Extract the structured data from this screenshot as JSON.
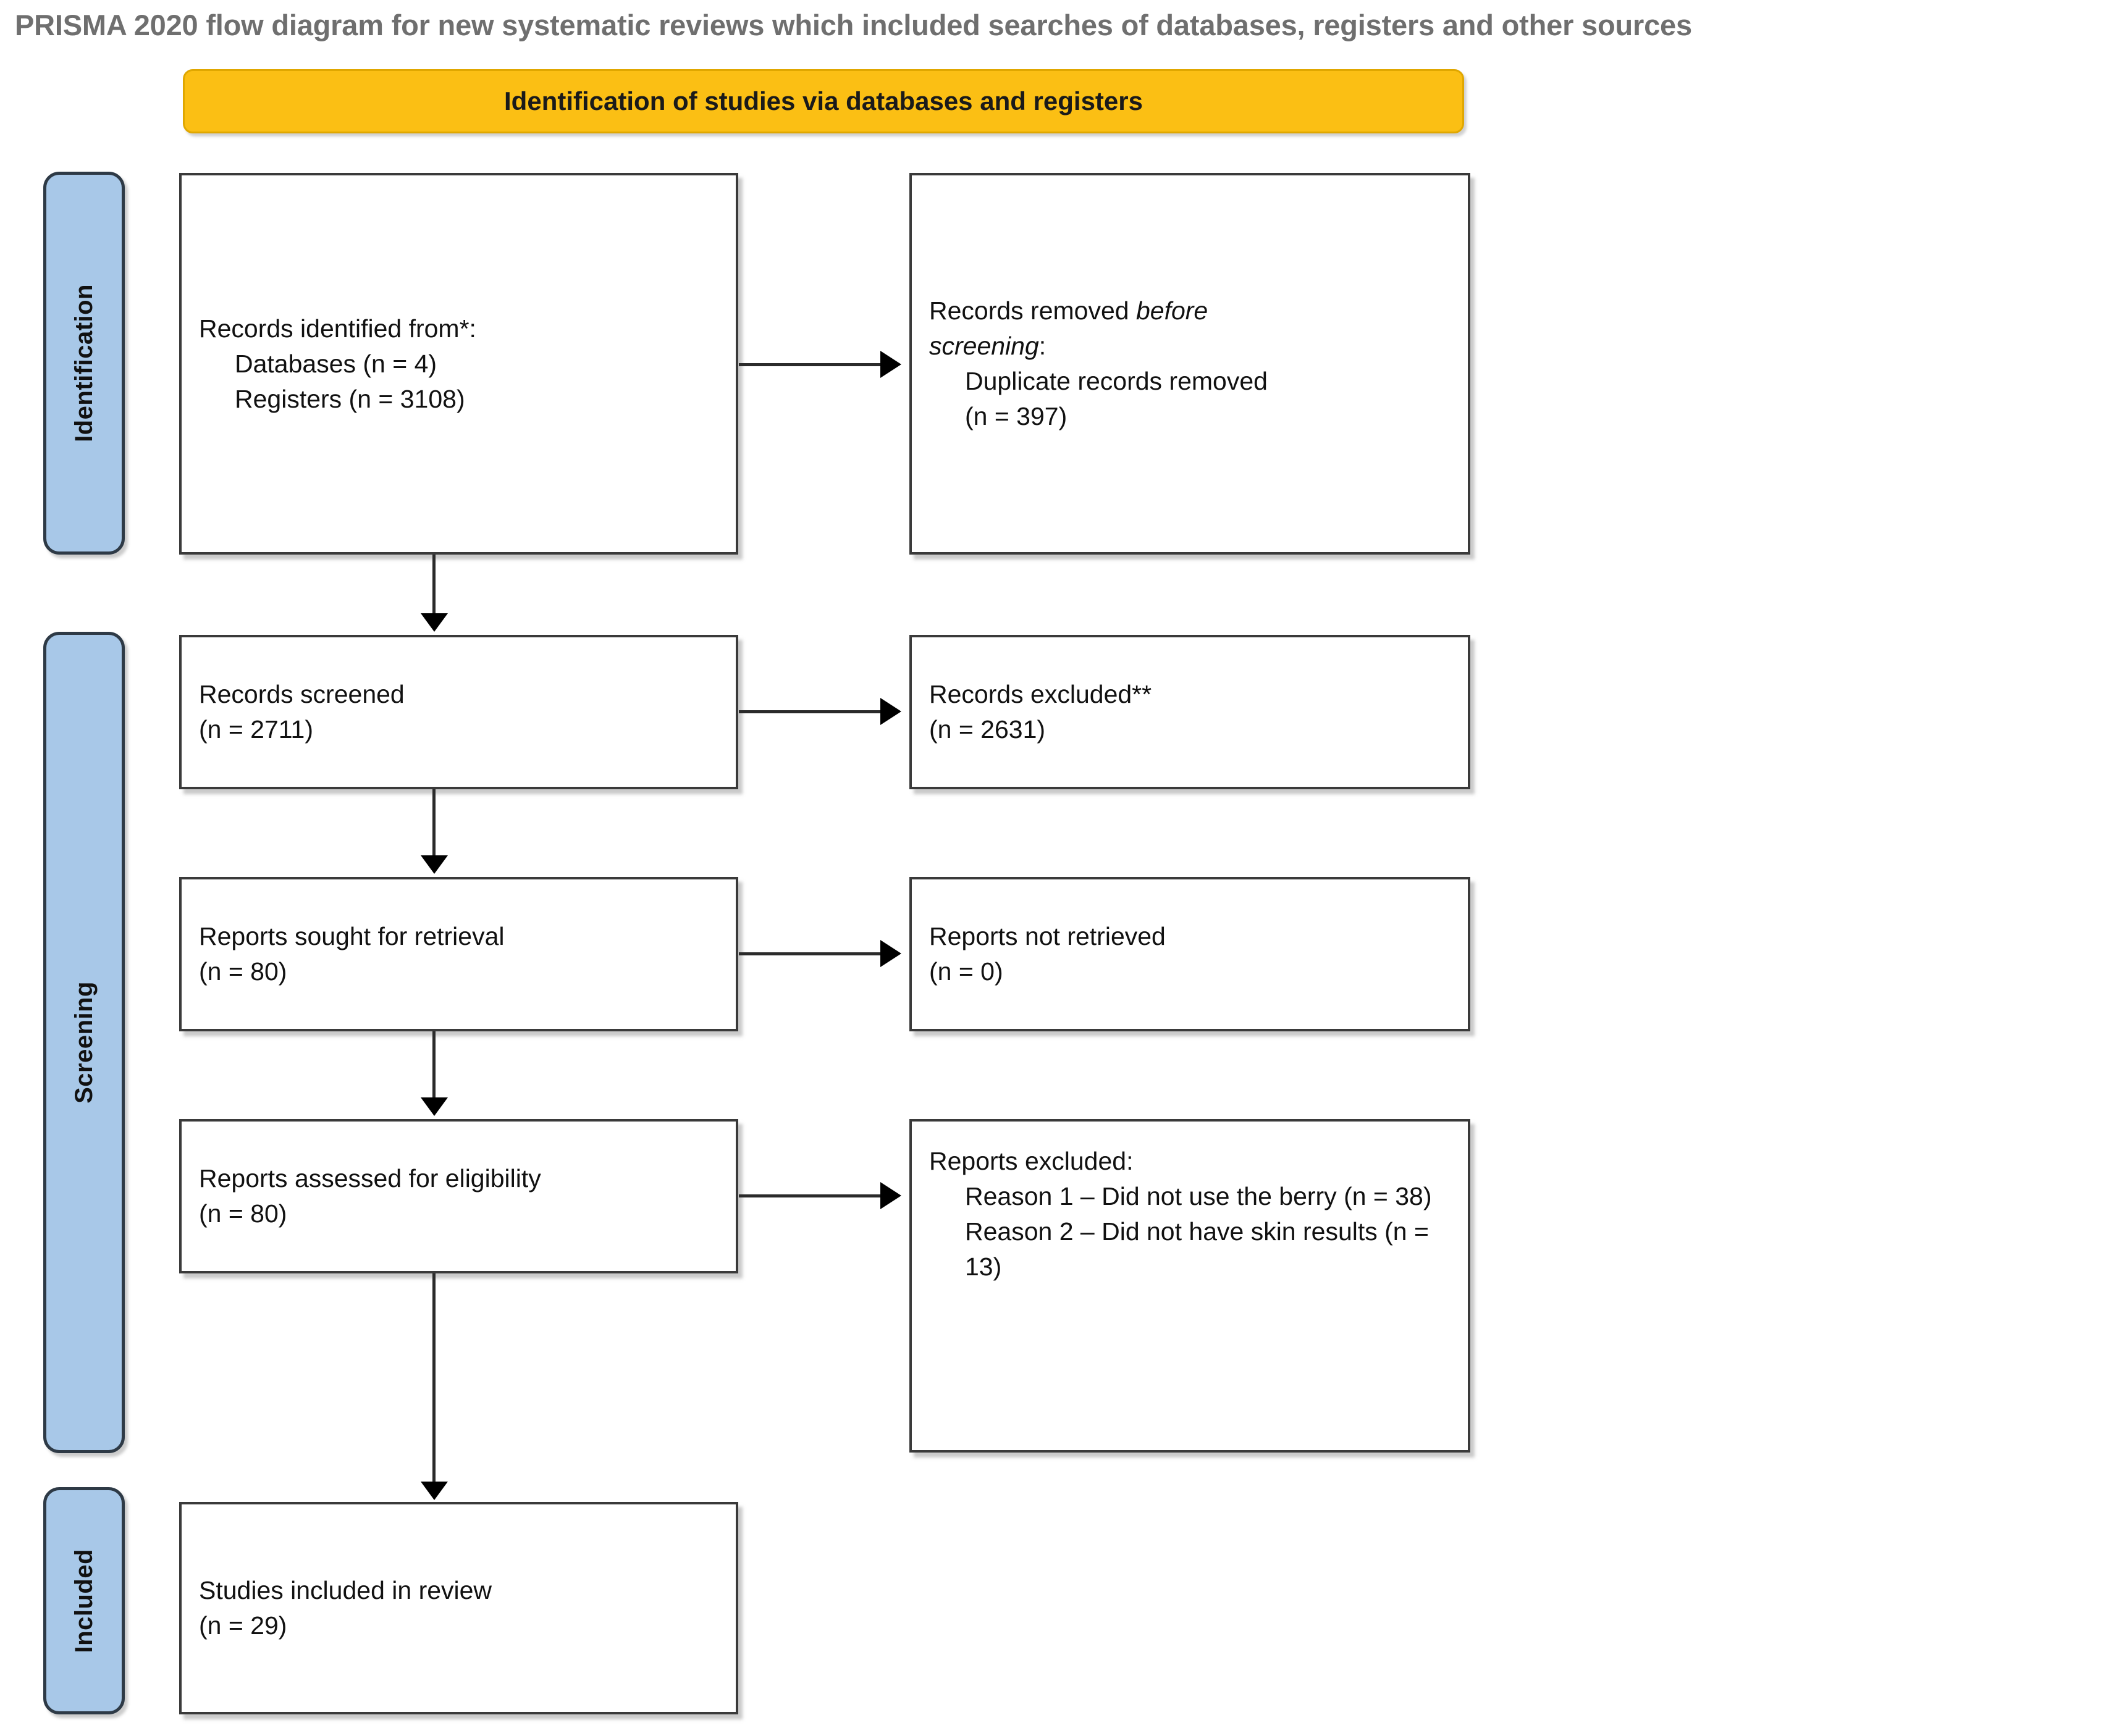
{
  "title": "PRISMA 2020 flow diagram for new systematic reviews which included searches of databases, registers and other sources",
  "colors": {
    "header_fill": "#fbbf14",
    "header_border": "#e0a700",
    "stage_fill": "#a8c8e8",
    "stage_border": "#2e3a46",
    "box_border": "#3a3a3a",
    "title_text": "#6f6f6f",
    "body_text": "#111111"
  },
  "section_header": {
    "label": "Identification of studies via databases and registers"
  },
  "stages": [
    {
      "id": "identification",
      "label": "Identification"
    },
    {
      "id": "screening",
      "label": "Screening"
    },
    {
      "id": "included",
      "label": "Included"
    }
  ],
  "boxes": {
    "identified": {
      "name": "records-identified",
      "line1": "Records identified from*:",
      "line2": "Databases (n = 4)",
      "line3": "Registers (n = 3108)"
    },
    "removed": {
      "name": "records-removed-before-screening",
      "line1_a": "Records removed ",
      "line1_b": "before",
      "line2_a": "screening",
      "line2_b": ":",
      "line3": "Duplicate records removed",
      "line4": "(n = 397)"
    },
    "screened": {
      "name": "records-screened",
      "line1": "Records screened",
      "line2": "(n = 2711)"
    },
    "excluded": {
      "name": "records-excluded",
      "line1": "Records excluded**",
      "line2": "(n = 2631)"
    },
    "sought": {
      "name": "reports-sought-for-retrieval",
      "line1": "Reports sought for retrieval",
      "line2": "(n = 80)"
    },
    "not_retrieved": {
      "name": "reports-not-retrieved",
      "line1": "Reports not retrieved",
      "line2": "(n = 0)"
    },
    "assessed": {
      "name": "reports-assessed-for-eligibility",
      "line1": "Reports assessed for eligibility",
      "line2": "(n = 80)"
    },
    "reports_excluded": {
      "name": "reports-excluded",
      "line1": "Reports excluded:",
      "line2": "Reason 1 – Did not use the berry (n = 38)",
      "line3": "Reason 2 – Did not have skin results (n = 13)"
    },
    "studies_included": {
      "name": "studies-included-in-review",
      "line1": "Studies included in review",
      "line2": "(n = 29)"
    }
  },
  "chart_data": {
    "type": "diagram",
    "title": "PRISMA 2020 flow diagram for new systematic reviews which included searches of databases, registers and other sources",
    "stages": [
      "Identification",
      "Screening",
      "Included"
    ],
    "nodes": [
      {
        "id": "identified",
        "stage": "Identification",
        "label": "Records identified from*",
        "counts": {
          "Databases": 4,
          "Registers": 3108
        }
      },
      {
        "id": "removed",
        "stage": "Identification",
        "label": "Records removed before screening",
        "counts": {
          "Duplicate records removed": 397
        }
      },
      {
        "id": "screened",
        "stage": "Screening",
        "label": "Records screened",
        "n": 2711
      },
      {
        "id": "excluded",
        "stage": "Screening",
        "label": "Records excluded**",
        "n": 2631
      },
      {
        "id": "sought",
        "stage": "Screening",
        "label": "Reports sought for retrieval",
        "n": 80
      },
      {
        "id": "not_retrieved",
        "stage": "Screening",
        "label": "Reports not retrieved",
        "n": 0
      },
      {
        "id": "assessed",
        "stage": "Screening",
        "label": "Reports assessed for eligibility",
        "n": 80
      },
      {
        "id": "reports_excluded",
        "stage": "Screening",
        "label": "Reports excluded",
        "reasons": [
          {
            "label": "Reason 1 – Did not use the berry",
            "n": 38
          },
          {
            "label": "Reason 2 – Did not have skin results",
            "n": 13
          }
        ]
      },
      {
        "id": "studies_included",
        "stage": "Included",
        "label": "Studies included in review",
        "n": 29
      }
    ],
    "edges": [
      {
        "from": "identified",
        "to": "removed",
        "direction": "right"
      },
      {
        "from": "identified",
        "to": "screened",
        "direction": "down"
      },
      {
        "from": "screened",
        "to": "excluded",
        "direction": "right"
      },
      {
        "from": "screened",
        "to": "sought",
        "direction": "down"
      },
      {
        "from": "sought",
        "to": "not_retrieved",
        "direction": "right"
      },
      {
        "from": "sought",
        "to": "assessed",
        "direction": "down"
      },
      {
        "from": "assessed",
        "to": "reports_excluded",
        "direction": "right"
      },
      {
        "from": "assessed",
        "to": "studies_included",
        "direction": "down"
      }
    ]
  }
}
